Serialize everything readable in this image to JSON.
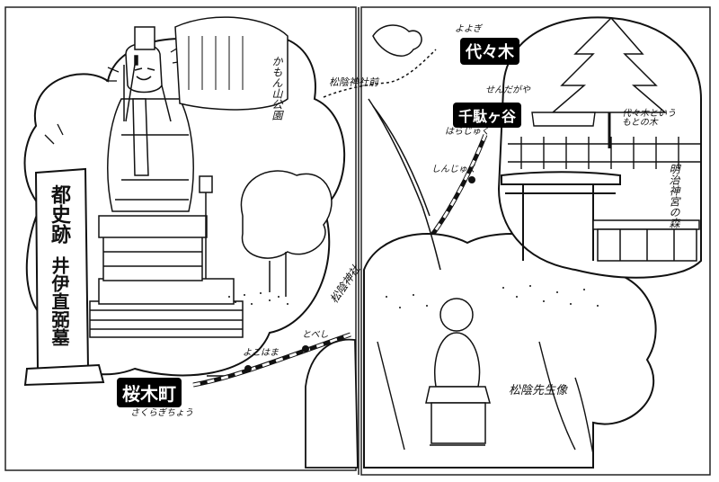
{
  "marker": {
    "text_top": "都史跡",
    "text_bottom": "井伊直弼墓"
  },
  "places": {
    "kamonyama": "かもん山公園",
    "shoin_shrine_mae": "松陰神社前",
    "shoin_shrine": "松陰神社",
    "shoin_statue": "松陰先生像",
    "meiji_grove": "明治神宮の森",
    "yoyogi_tree_note": "代々木という もとの木"
  },
  "stations": {
    "sakuragicho": {
      "name": "桜木町",
      "kana": "さくらぎちょう"
    },
    "yoyogi": {
      "name": "代々木",
      "kana": "よよぎ"
    },
    "sendagaya": {
      "name": "千駄ヶ谷",
      "kana": "せんだがや"
    },
    "yokohama": {
      "name": "よこはま"
    },
    "tobe": {
      "name": "とべし"
    },
    "shinjuku": {
      "name": "しんじゅく"
    },
    "harajuku": {
      "name": "はらじゅく"
    }
  }
}
